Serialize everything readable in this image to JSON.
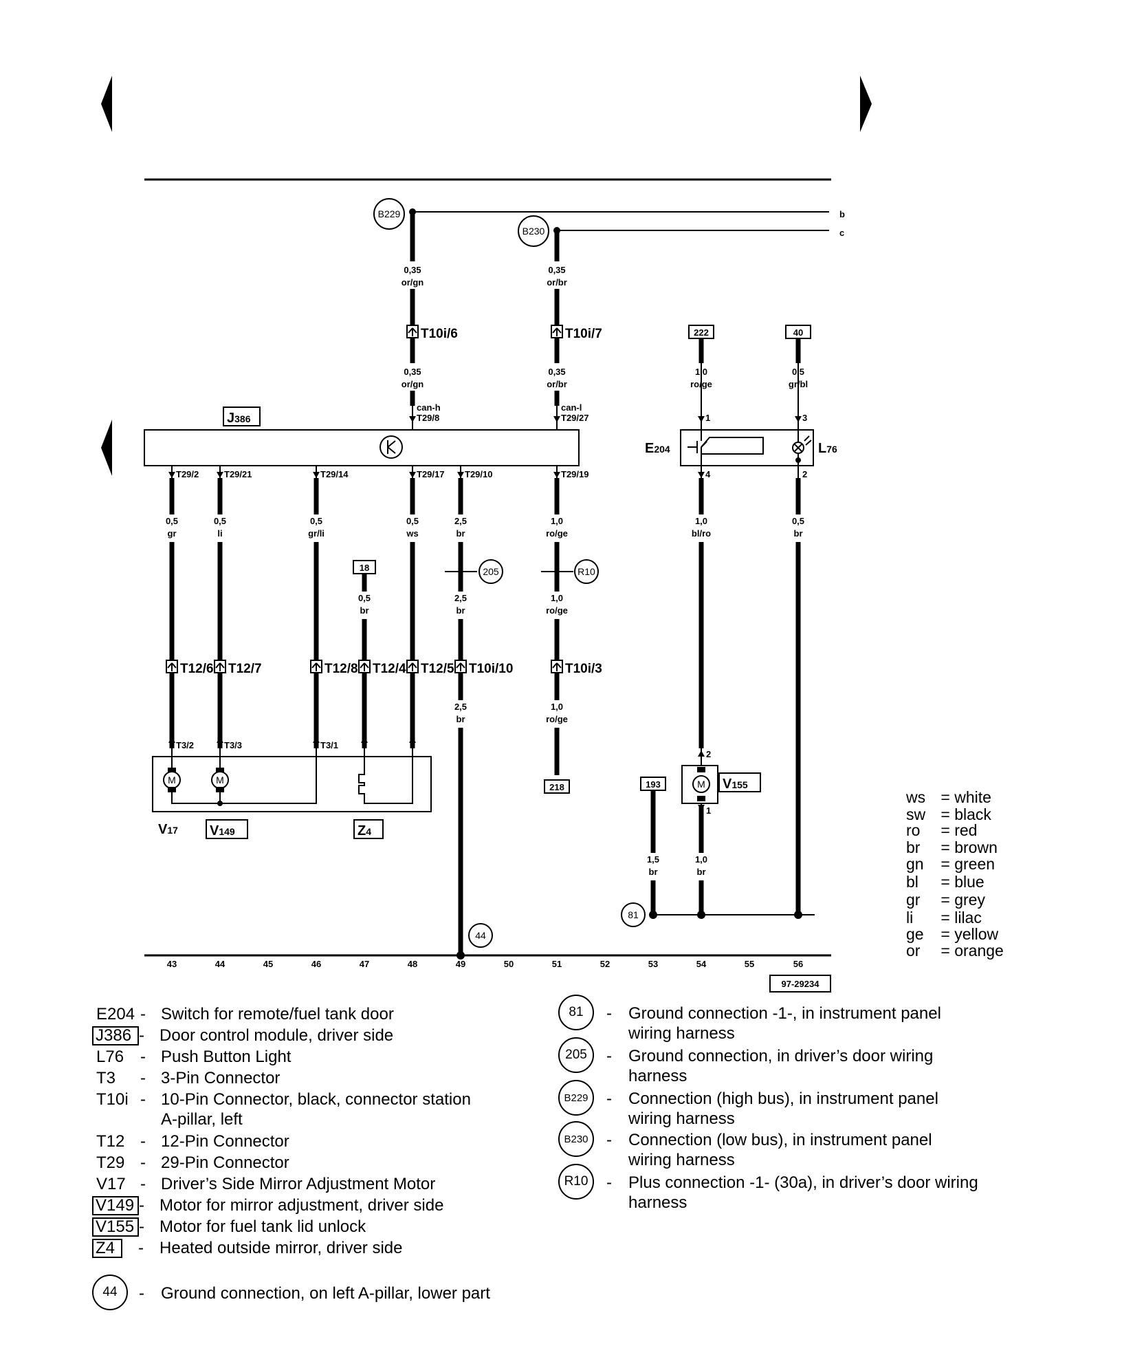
{
  "diagram": {
    "ground_points": [
      {
        "id": "B229",
        "label": "B229"
      },
      {
        "id": "B230",
        "label": "B230"
      },
      {
        "id": "205",
        "label": "205"
      },
      {
        "id": "R10",
        "label": "R10"
      },
      {
        "id": "81",
        "label": "81"
      },
      {
        "id": "44",
        "label": "44"
      }
    ],
    "bus_labels": {
      "b": "b",
      "c": "c"
    },
    "components": {
      "J386": {
        "name": "J",
        "sub": "386"
      },
      "E204": {
        "name": "E",
        "sub": "204"
      },
      "L76": {
        "name": "L",
        "sub": "76"
      },
      "V17": {
        "name": "V",
        "sub": "17"
      },
      "V149": {
        "name": "V",
        "sub": "149"
      },
      "Z4": {
        "name": "Z",
        "sub": "4"
      },
      "V155": {
        "name": "V",
        "sub": "155"
      }
    },
    "terminal_boxes": {
      "t222": "222",
      "t40": "40",
      "t18": "18",
      "t218": "218",
      "t193": "193"
    },
    "wires": {
      "w1a": [
        "0,35",
        "or/gn"
      ],
      "w2a": [
        "0,35",
        "or/br"
      ],
      "w1b": [
        "0,35",
        "or/gn"
      ],
      "w2b": [
        "0,35",
        "or/br"
      ],
      "w222": [
        "1,0",
        "ro/ge"
      ],
      "w40": [
        "0,5",
        "gr/bl"
      ],
      "w43": [
        "0,5",
        "gr"
      ],
      "w44": [
        "0,5",
        "li"
      ],
      "w46": [
        "0,5",
        "gr/li"
      ],
      "w48": [
        "0,5",
        "ws"
      ],
      "w49a": [
        "2,5",
        "br"
      ],
      "w51a": [
        "1,0",
        "ro/ge"
      ],
      "w54a": [
        "1,0",
        "bl/ro"
      ],
      "w56": [
        "0,5",
        "br"
      ],
      "w18": [
        "0,5",
        "br"
      ],
      "w49b": [
        "2,5",
        "br"
      ],
      "w51b": [
        "1,0",
        "ro/ge"
      ],
      "w49c": [
        "2,5",
        "br"
      ],
      "w51c": [
        "1,0",
        "ro/ge"
      ],
      "w193": [
        "1,5",
        "br"
      ],
      "w54b": [
        "1,0",
        "br"
      ]
    },
    "connectors": {
      "t10i6": "T10i/6",
      "t10i7": "T10i/7",
      "t12_6": "T12/6",
      "t12_7": "T12/7",
      "t12_8": "T12/8",
      "t12_4": "T12/4",
      "t12_5": "T12/5",
      "t10i10": "T10i/10",
      "t10i3": "T10i/3"
    },
    "pins": {
      "canh": "can-h",
      "canh_pin": "T29/8",
      "canl": "can-l",
      "canl_pin": "T29/27",
      "p2": "T29/2",
      "p21": "T29/21",
      "p14": "T29/14",
      "p17": "T29/17",
      "p10": "T29/10",
      "p19": "T29/19",
      "p32": "T3/2",
      "p33": "T3/3",
      "p31": "T3/1",
      "e1": "1",
      "e4": "4",
      "l3": "3",
      "l2": "2",
      "v2": "2",
      "v1": "1"
    },
    "motor_symbol": "M",
    "tracks": [
      "43",
      "44",
      "45",
      "46",
      "47",
      "48",
      "49",
      "50",
      "51",
      "52",
      "53",
      "54",
      "55",
      "56"
    ],
    "figure_id": "97-29234"
  },
  "color_legend": [
    {
      "code": "ws",
      "name": "white"
    },
    {
      "code": "sw",
      "name": "black"
    },
    {
      "code": "ro",
      "name": "red"
    },
    {
      "code": "br",
      "name": "brown"
    },
    {
      "code": "gn",
      "name": "green"
    },
    {
      "code": "bl",
      "name": "blue"
    },
    {
      "code": "gr",
      "name": "grey"
    },
    {
      "code": "li",
      "name": "lilac"
    },
    {
      "code": "ge",
      "name": "yellow"
    },
    {
      "code": "or",
      "name": "orange"
    }
  ],
  "legend_left": [
    {
      "code": "E204",
      "boxed": false,
      "dash": "-",
      "desc": "Switch for remote/fuel tank door"
    },
    {
      "code": "J386",
      "boxed": true,
      "dash": "-",
      "desc": "Door control module, driver side"
    },
    {
      "code": "L76",
      "boxed": false,
      "dash": "-",
      "desc": "Push Button Light"
    },
    {
      "code": "T3",
      "boxed": false,
      "dash": "-",
      "desc": "3-Pin Connector"
    },
    {
      "code": "T10i",
      "boxed": false,
      "dash": "-",
      "desc": "10-Pin Connector, black, connector station",
      "desc2": "A-pillar, left"
    },
    {
      "code": "T12",
      "boxed": false,
      "dash": "-",
      "desc": "12-Pin Connector"
    },
    {
      "code": "T29",
      "boxed": false,
      "dash": "-",
      "desc": "29-Pin Connector"
    },
    {
      "code": "V17",
      "boxed": false,
      "dash": "-",
      "desc": "Driver’s Side Mirror Adjustment Motor"
    },
    {
      "code": "V149",
      "boxed": true,
      "dash": "-",
      "desc": "Motor for mirror adjustment, driver side"
    },
    {
      "code": "V155",
      "boxed": true,
      "dash": "-",
      "desc": "Motor for fuel tank lid unlock"
    },
    {
      "code": "Z4",
      "boxed": true,
      "dash": "-",
      "desc": "Heated outside mirror, driver side"
    }
  ],
  "legend_ground44": {
    "code": "44",
    "dash": "-",
    "desc": "Ground connection, on left A-pillar, lower part"
  },
  "legend_right": [
    {
      "code": "81",
      "dash": "-",
      "desc": "Ground connection -1-, in instrument panel",
      "desc2": "wiring harness"
    },
    {
      "code": "205",
      "dash": "-",
      "desc": "Ground connection, in driver’s door wiring",
      "desc2": "harness"
    },
    {
      "code": "B229",
      "dash": "-",
      "desc": "Connection (high bus), in instrument panel",
      "desc2": "wiring harness"
    },
    {
      "code": "B230",
      "dash": "-",
      "desc": "Connection (low bus), in instrument panel",
      "desc2": "wiring harness"
    },
    {
      "code": "R10",
      "dash": "-",
      "desc": "Plus connection -1- (30a), in driver’s door wiring",
      "desc2": "harness"
    }
  ]
}
